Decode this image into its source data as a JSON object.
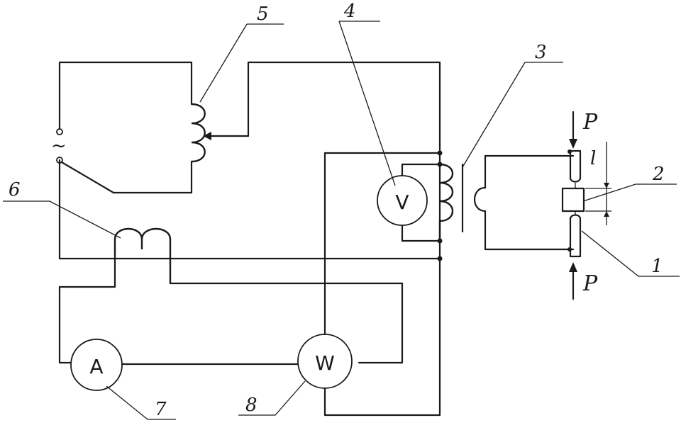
{
  "callouts": {
    "c1": "1",
    "c2": "2",
    "c3": "3",
    "c4": "4",
    "c5": "5",
    "c6": "6",
    "c7": "7",
    "c8": "8"
  },
  "meters": {
    "voltmeter": "V",
    "ammeter": "A",
    "wattmeter": "W"
  },
  "source_symbol": "~",
  "force_label_top": "P",
  "force_label_bottom": "P",
  "dimension_label": "l"
}
